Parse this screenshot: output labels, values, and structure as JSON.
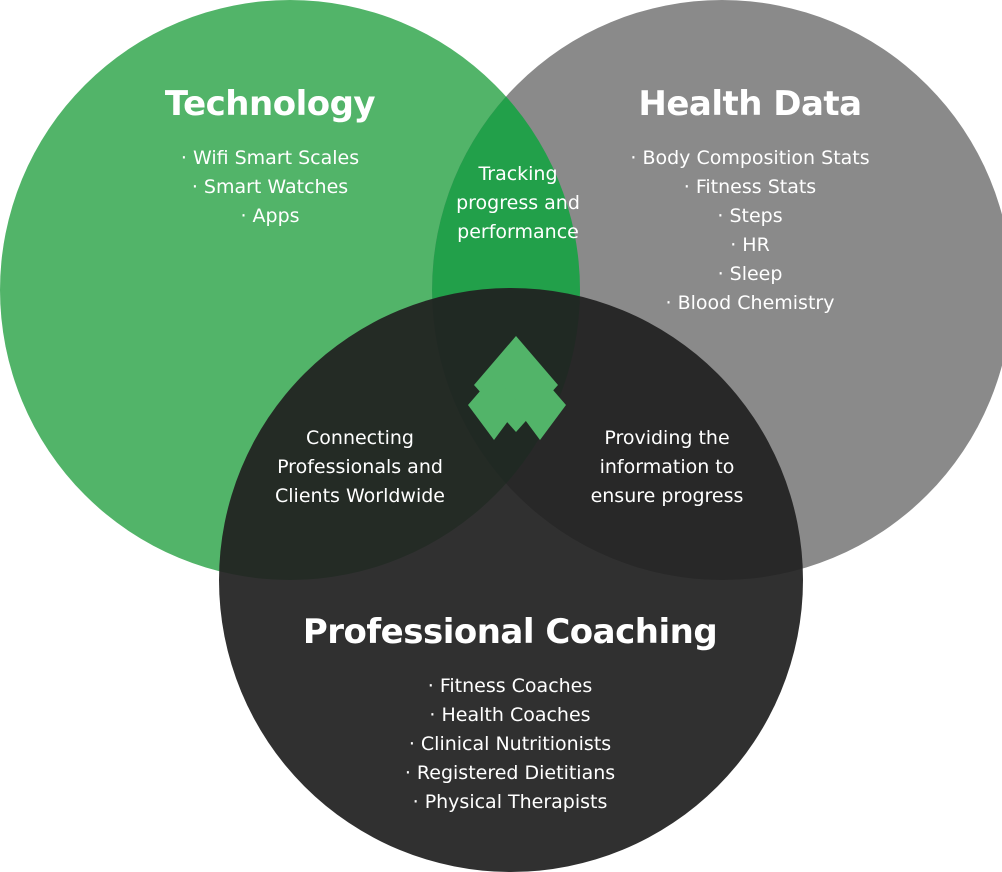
{
  "colors": {
    "technology": "#52b469",
    "health_data": "#8a8a8a",
    "professional_coaching": "#202020",
    "tech_health_overlap": "#22a04a",
    "logo": "#52b469",
    "text": "#ffffff"
  },
  "technology": {
    "title": "Technology",
    "items": [
      "Wifi Smart Scales",
      "Smart Watches",
      "Apps"
    ]
  },
  "health_data": {
    "title": "Health Data",
    "items": [
      "Body Composition Stats",
      "Fitness Stats",
      "Steps",
      "HR",
      "Sleep",
      "Blood Chemistry"
    ]
  },
  "professional_coaching": {
    "title": "Professional Coaching",
    "items": [
      "Fitness Coaches",
      "Health Coaches",
      "Clinical Nutritionists",
      "Registered Dietitians",
      "Physical Therapists"
    ]
  },
  "overlaps": {
    "technology_health": "Tracking progress and performance",
    "technology_coaching": "Connecting Professionals and Clients Worldwide",
    "health_coaching": "Providing the information to ensure progress"
  },
  "logo": {
    "icon": "diamond-logo-icon"
  }
}
